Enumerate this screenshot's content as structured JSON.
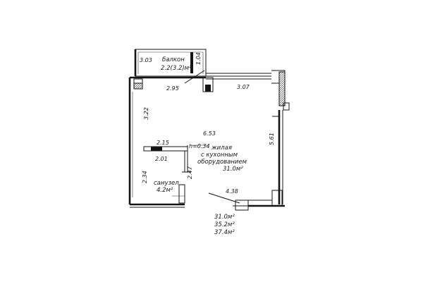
{
  "plan": {
    "balcony": {
      "name": "балкон",
      "area": "2.2(3.2)м²",
      "depth": "3.03",
      "width": "2.95",
      "side": "1.04"
    },
    "living": {
      "name_line1": "жилая",
      "name_line2": "с кухонным",
      "name_line3": "оборудованием",
      "area": "31.0м²"
    },
    "bathroom": {
      "name": "санузел",
      "area": "4.2м²"
    },
    "dims": {
      "top_right_wall": "3.07",
      "left_wall": "3.22",
      "room_span": "6.53",
      "right_wall": "5.61",
      "bath_top": "2.15",
      "bath_inner": "2.01",
      "bath_depth": "2.34",
      "bath_door": "2.47",
      "step_height": "h=0.34",
      "bottom_wall": "4.38"
    },
    "totals": [
      "31.0м²",
      "35.2м²",
      "37.4м²"
    ]
  }
}
